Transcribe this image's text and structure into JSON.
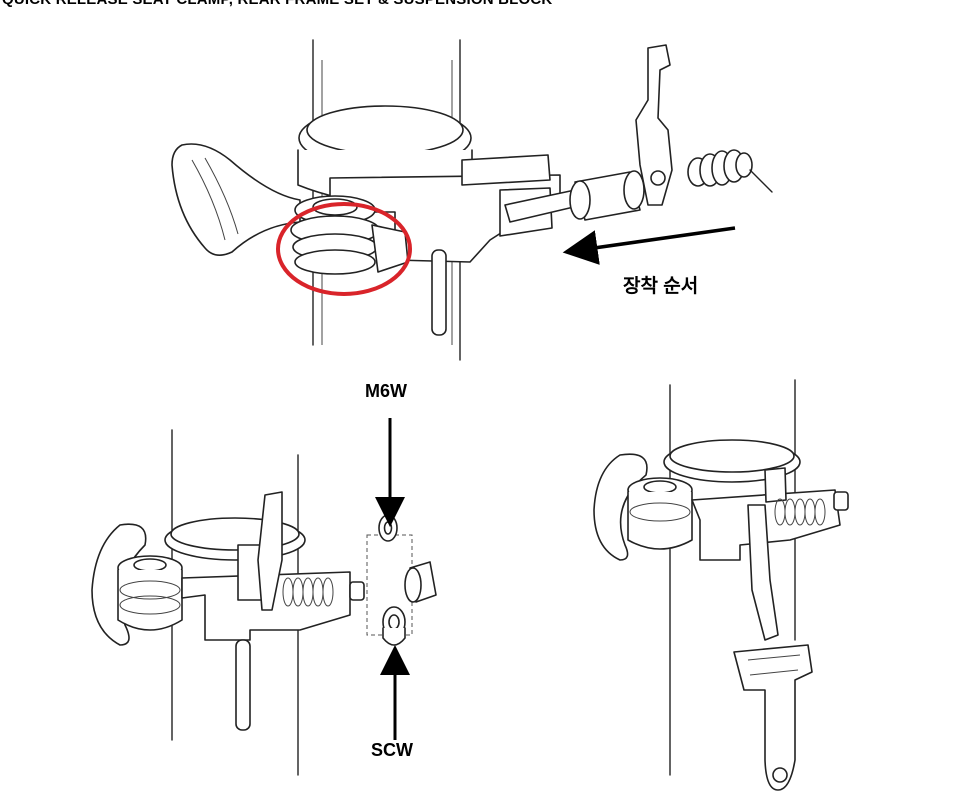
{
  "header_text": "QUICK RELEASE SEAT CLAMP, REAR FRAME SET & SUSPENSION BLOCK",
  "labels": {
    "assembly_order": "장착 순서",
    "m6w": "M6W",
    "scw": "SCW"
  },
  "colors": {
    "highlight_circle": "#d9242a",
    "line_art": "#222222",
    "arrow": "#000000"
  }
}
